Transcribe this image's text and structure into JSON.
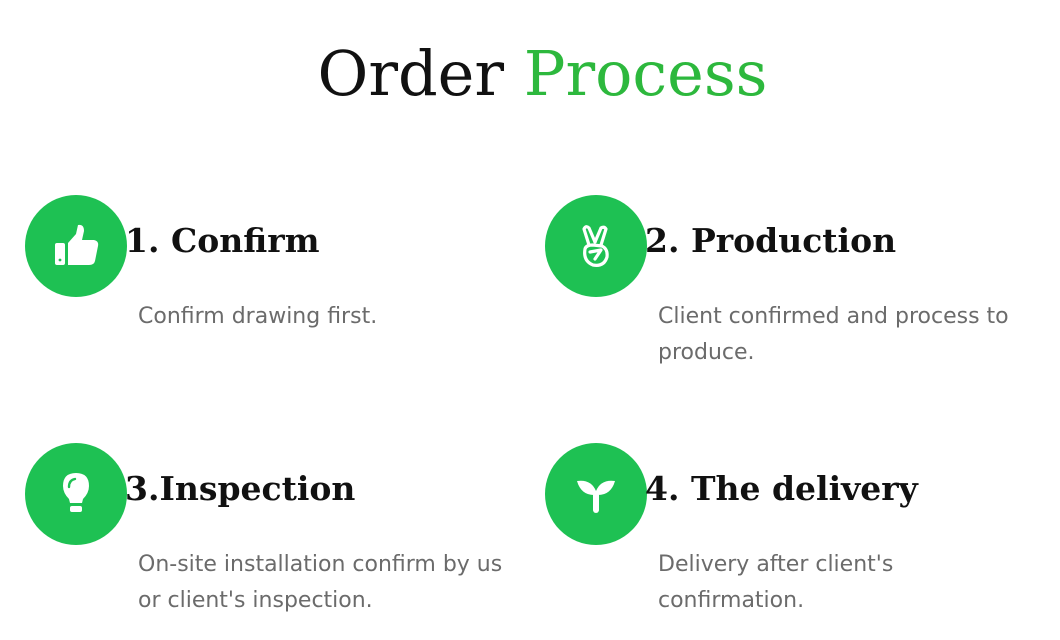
{
  "header": {
    "title_part1": "Order",
    "title_part2": "Process",
    "accent_color": "#2db83d"
  },
  "steps": [
    {
      "icon": "thumbs-up-icon",
      "title": "1. Confirm",
      "description": "Confirm drawing first."
    },
    {
      "icon": "victory-hand-icon",
      "title": "2. Production",
      "description": "Client confirmed and process to produce."
    },
    {
      "icon": "lightbulb-icon",
      "title": "3.Inspection",
      "description": "On-site installation confirm by us or client's inspection."
    },
    {
      "icon": "sprout-icon",
      "title": "4. The delivery",
      "description": "Delivery after client's confirmation."
    }
  ],
  "colors": {
    "icon_circle": "#1ec153",
    "heading": "#111111",
    "body_text": "#6b6b6b"
  }
}
